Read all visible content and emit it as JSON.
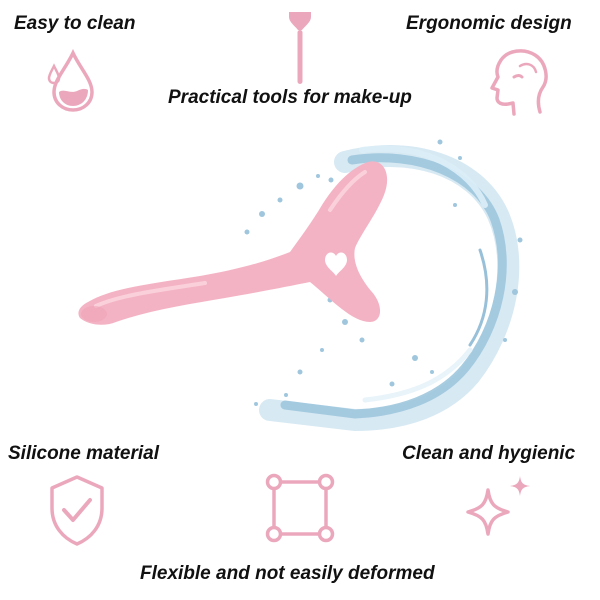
{
  "features": {
    "top_left": {
      "label": "Easy to clean",
      "icon": "water-drop-icon"
    },
    "top_center": {
      "label": "Practical tools for make-up",
      "icon": "makeup-brush-icon"
    },
    "top_right": {
      "label": "Ergonomic design",
      "icon": "face-profile-icon"
    },
    "bottom_left": {
      "label": "Silicone material",
      "icon": "shield-check-icon"
    },
    "bottom_center": {
      "label": "Flexible and not easily deformed",
      "icon": "frame-square-icon"
    },
    "bottom_right": {
      "label": "Clean and hygienic",
      "icon": "sparkle-icon"
    }
  },
  "colors": {
    "icon_pink": "#eba8bd",
    "product_pink": "#f4b3c4",
    "water_blue": "#9fc6dd",
    "text": "#111111"
  }
}
